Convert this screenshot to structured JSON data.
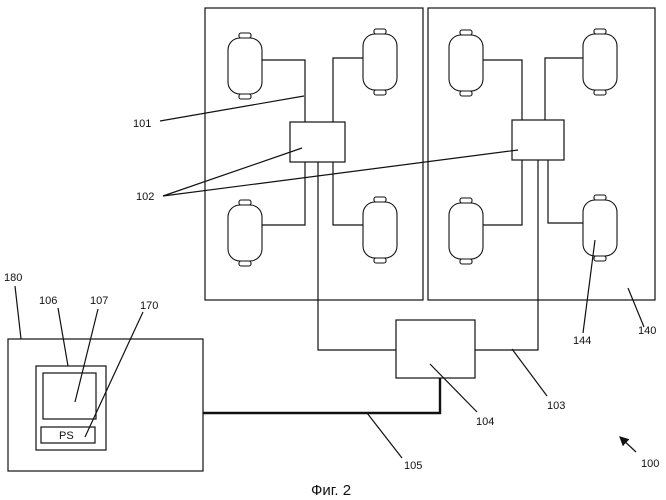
{
  "labels": {
    "l101": "101",
    "l102": "102",
    "l103": "103",
    "l104": "104",
    "l105": "105",
    "l106": "106",
    "l107": "107",
    "l140": "140",
    "l144": "144",
    "l170": "170",
    "l180": "180",
    "l100": "100",
    "ps": "PS"
  },
  "caption": "Фиг. 2"
}
